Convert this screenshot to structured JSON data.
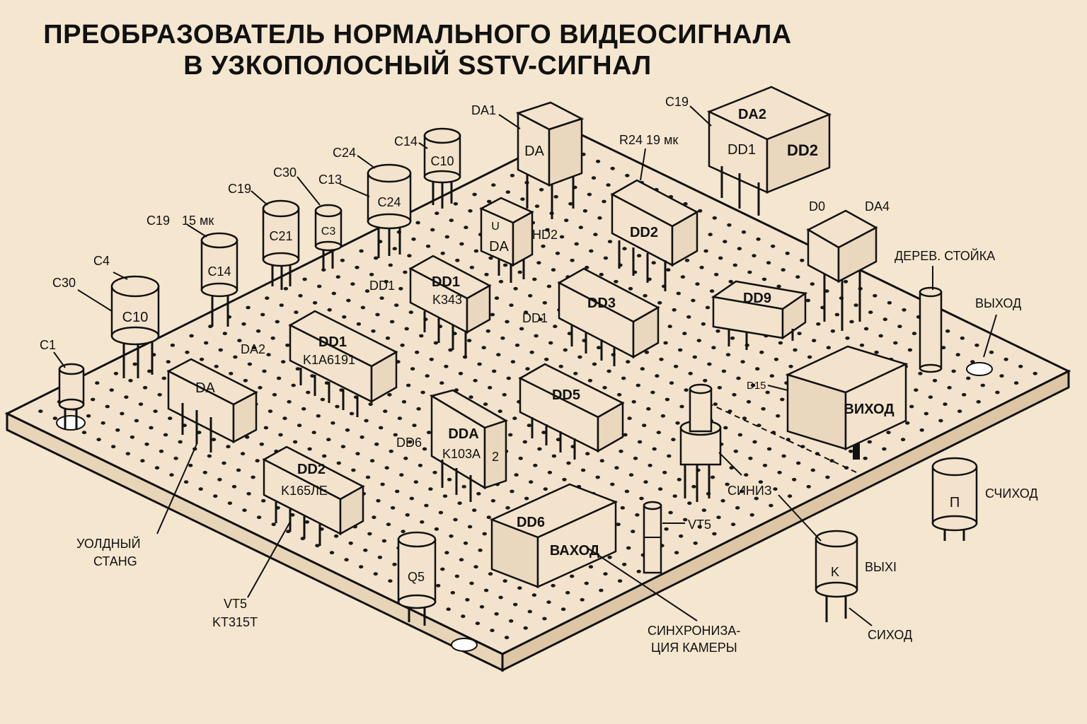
{
  "title": {
    "line1": "ПРЕОБРАЗОВАТЕЛЬ НОРМАЛЬНОГО ВИДЕОСИГНАЛА",
    "line2": "В УЗКОПОЛОСНЫЙ SSTV-СИГНАЛ"
  },
  "colors": {
    "background": "#f5e6d0",
    "ink": "#111111"
  },
  "components": {
    "c1": "C1",
    "c10a": "C10",
    "c14a": "C14",
    "c21": "C21",
    "c3": "C3",
    "c24": "C24",
    "c10b": "C10",
    "da1_box": "DA",
    "da_small": "DA",
    "da_small_top": "U",
    "dd1_top": "DD1",
    "dd1_body": "K343",
    "dd1_big_top": "DD1",
    "dd1_big_body": "K1A6191",
    "da_left": "DA",
    "dd2_mid": "DD2",
    "dd3": "DD3",
    "dd9": "DD9",
    "dd5": "DD5",
    "dda_top": "DDA",
    "dda_body": "K103A",
    "dda_side": "2",
    "dd2_bottom_top": "DD2",
    "dd2_bottom_body": "K165ЛЕ",
    "dd6_top": "DD6",
    "dd6_body": "ВАХОД",
    "q5": "Q5",
    "da2_top": "DA2",
    "dd1_front": "DD1",
    "dd2_side": "DD2",
    "vihod_box": "ВИХОД",
    "p_trans": "П",
    "k_trans": "K"
  },
  "labels": {
    "c19_15mk": "C19",
    "mk15": "15 мк",
    "c19_a": "C19",
    "c30_a": "C30",
    "c13": "C13",
    "c24": "C24",
    "c14": "C14",
    "c4": "C4",
    "c30_b": "C30",
    "c1": "C1",
    "da1": "DA1",
    "r24": "R24 19 мк",
    "c19_b": "C19",
    "hd2": "HD2",
    "dd1_a": "DD1",
    "dd1_b": "DD1",
    "da2": "DA2",
    "dd6": "DD6",
    "d0": "D0",
    "da4": "DA4",
    "stand": "ДЕРЕВ. СТОЙКА",
    "out1": "ВЫХОД",
    "d15": "D15",
    "siniz": "СИНИЗ",
    "vt5_a": "VT5",
    "schihod": "СЧИХОД",
    "vyhi": "ВЫХI",
    "sihod": "СИХОД",
    "sync1": "СИНХРОНИЗА-",
    "sync2": "ЦИЯ КАМЕРЫ",
    "uoldn1": "УОЛДНЫЙ",
    "uoldn2": "СТАНG",
    "vt5_b": "VT5",
    "kt315": "KT315T"
  }
}
